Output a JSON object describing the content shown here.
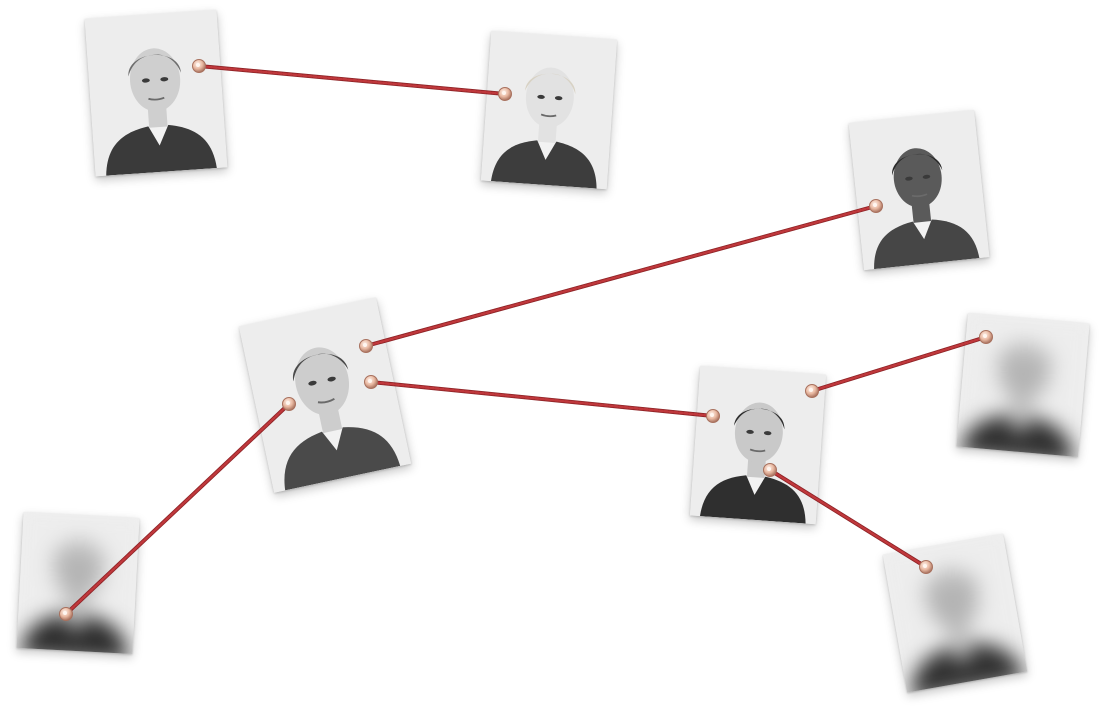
{
  "board": {
    "cards": [
      {
        "id": "p1",
        "name": "photo-card-1",
        "blurred": false,
        "hair": "#6e6e6e",
        "shirt": "#3a3a3a",
        "skin": "#cfcfcf"
      },
      {
        "id": "p2",
        "name": "photo-card-2",
        "blurred": false,
        "hair": "#d8d2c4",
        "shirt": "#3d3d3d",
        "skin": "#e2e2e2"
      },
      {
        "id": "p3",
        "name": "photo-card-3",
        "blurred": false,
        "hair": "#2a2a2a",
        "shirt": "#464646",
        "skin": "#5a5a5a"
      },
      {
        "id": "p4",
        "name": "photo-card-4",
        "blurred": false,
        "hair": "#4a4a4a",
        "shirt": "#4a4a4a",
        "skin": "#cdcdcd"
      },
      {
        "id": "p5",
        "name": "photo-card-5",
        "blurred": false,
        "hair": "#2e2e2e",
        "shirt": "#2f2f2f",
        "skin": "#c9c9c9"
      },
      {
        "id": "p6",
        "name": "photo-card-6",
        "blurred": true,
        "hair": "#555555",
        "shirt": "#2e2e2e",
        "skin": "#bdbdbd"
      },
      {
        "id": "p7",
        "name": "photo-card-7",
        "blurred": true,
        "hair": "#555555",
        "shirt": "#303030",
        "skin": "#bcbcbc"
      },
      {
        "id": "p8",
        "name": "photo-card-8",
        "blurred": true,
        "hair": "#555555",
        "shirt": "#2c2c2c",
        "skin": "#bdbdbd"
      }
    ],
    "connections": [
      [
        "p1",
        "p2"
      ],
      [
        "p4",
        "p3"
      ],
      [
        "p4",
        "p5"
      ],
      [
        "p4",
        "p8"
      ],
      [
        "p5",
        "p6"
      ],
      [
        "p5",
        "p7"
      ]
    ],
    "colors": {
      "string": "#c0383c",
      "string_dark": "#8e2326",
      "pin": "#e9b9a2",
      "pin_edge": "#a8715e"
    }
  }
}
